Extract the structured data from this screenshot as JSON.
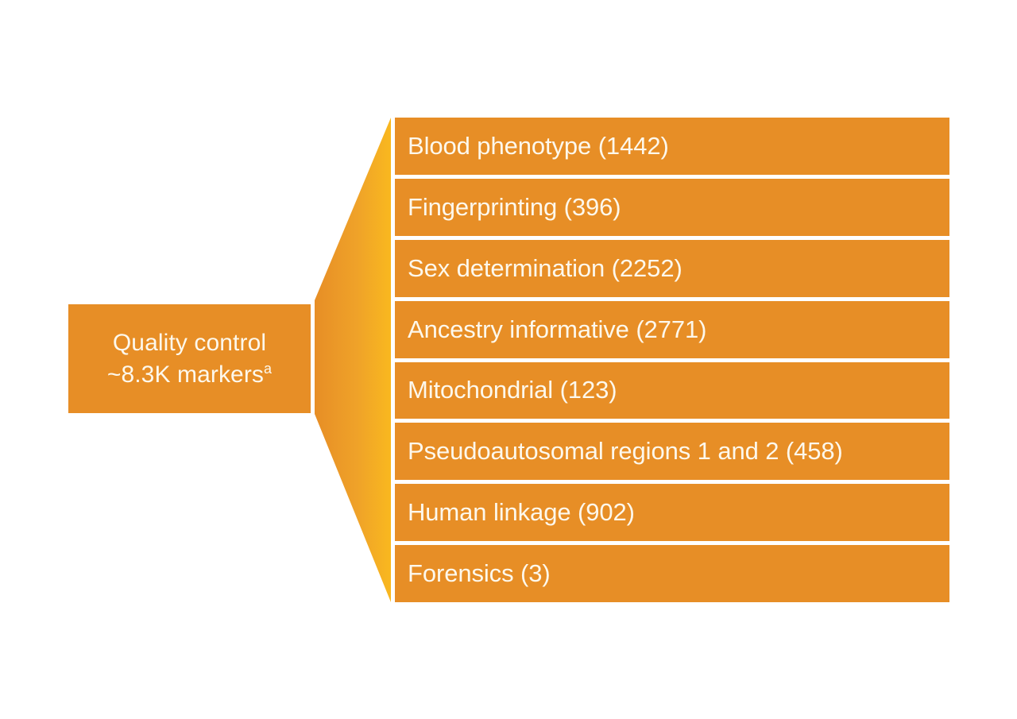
{
  "diagram": {
    "type": "funnel-breakdown",
    "colors": {
      "bar_fill": "#E78E26",
      "box_fill": "#E78E26",
      "connector_gradient_from": "#E78E26",
      "connector_gradient_to": "#F9B81F",
      "text": "#FDF8EC",
      "background": "#FFFFFF"
    },
    "source": {
      "line1": "Quality control",
      "line2": "~8.3K markers",
      "superscript": "a"
    },
    "connector": {
      "name": "funnel-arrow"
    },
    "categories": [
      {
        "label": "Blood phenotype (1442)",
        "name": "Blood phenotype",
        "count": 1442
      },
      {
        "label": "Fingerprinting (396)",
        "name": "Fingerprinting",
        "count": 396
      },
      {
        "label": "Sex determination (2252)",
        "name": "Sex determination",
        "count": 2252
      },
      {
        "label": "Ancestry informative (2771)",
        "name": "Ancestry informative",
        "count": 2771
      },
      {
        "label": "Mitochondrial (123)",
        "name": "Mitochondrial",
        "count": 123
      },
      {
        "label": "Pseudoautosomal regions 1 and 2 (458)",
        "name": "Pseudoautosomal regions 1 and 2",
        "count": 458
      },
      {
        "label": "Human linkage (902)",
        "name": "Human linkage",
        "count": 902
      },
      {
        "label": "Forensics (3)",
        "name": "Forensics",
        "count": 3
      }
    ]
  }
}
